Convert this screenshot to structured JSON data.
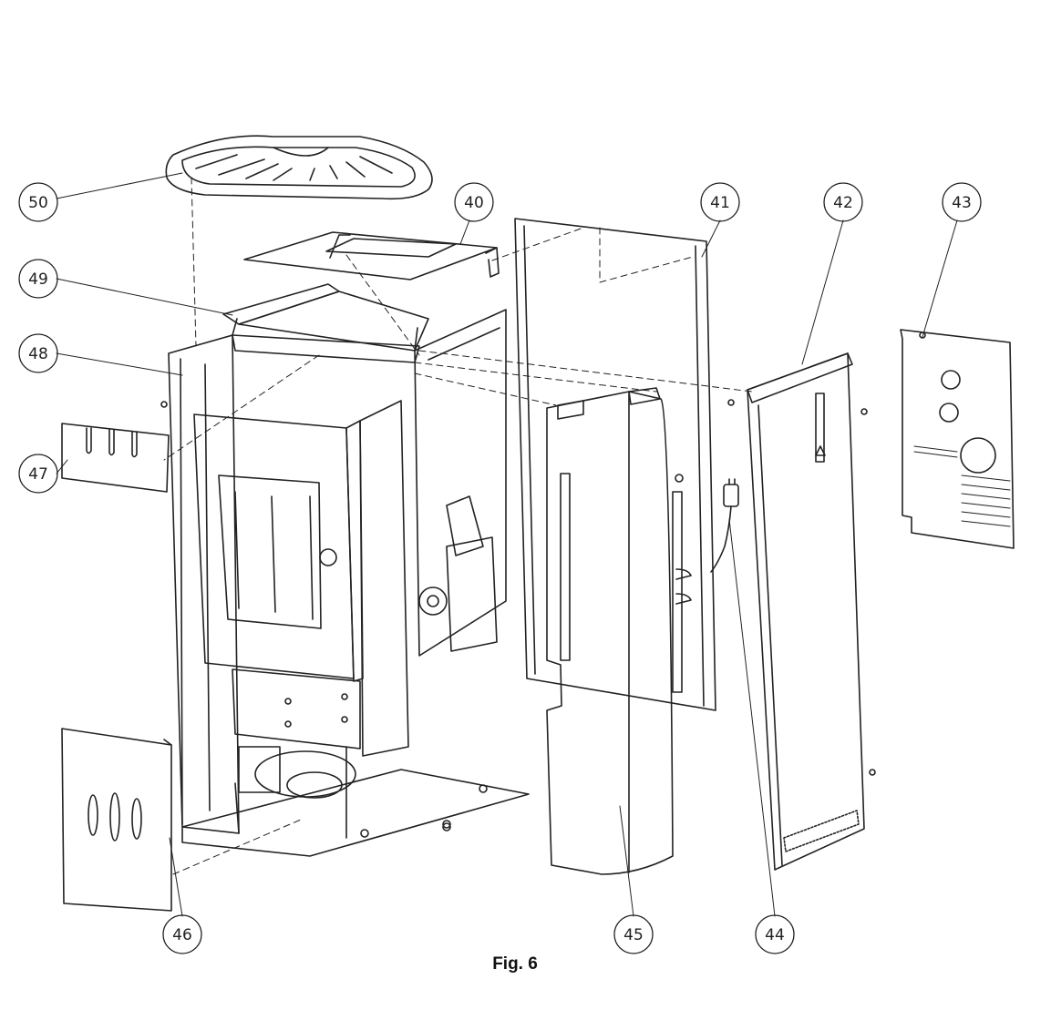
{
  "figure": {
    "caption": "Fig. 6",
    "callouts": [
      {
        "id": "c50",
        "label": "50"
      },
      {
        "id": "c40",
        "label": "40"
      },
      {
        "id": "c41",
        "label": "41"
      },
      {
        "id": "c42",
        "label": "42"
      },
      {
        "id": "c43",
        "label": "43"
      },
      {
        "id": "c49",
        "label": "49"
      },
      {
        "id": "c48",
        "label": "48"
      },
      {
        "id": "c47",
        "label": "47"
      },
      {
        "id": "c46",
        "label": "46"
      },
      {
        "id": "c45",
        "label": "45"
      },
      {
        "id": "c44",
        "label": "44"
      }
    ]
  }
}
